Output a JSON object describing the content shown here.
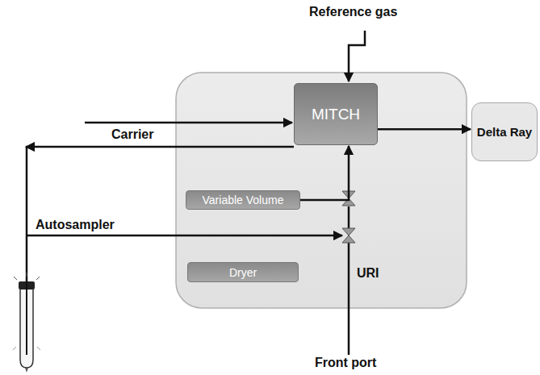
{
  "diagram": {
    "nodes": [
      {
        "text": [
          "MITCH"
        ]
      },
      {
        "text": [
          "Variable Volume"
        ]
      },
      {
        "text": [
          "Dryer"
        ]
      },
      {
        "text": [
          "Delta Ray"
        ]
      }
    ],
    "edges": [
      {
        "from": 0,
        "to": 3,
        "arrow": "to"
      },
      {
        "from": 1,
        "to": 0,
        "arrow": "to"
      }
    ],
    "labels": [
      "Reference gas",
      "Carrier",
      "Autosampler",
      "URI",
      "Front port"
    ]
  }
}
